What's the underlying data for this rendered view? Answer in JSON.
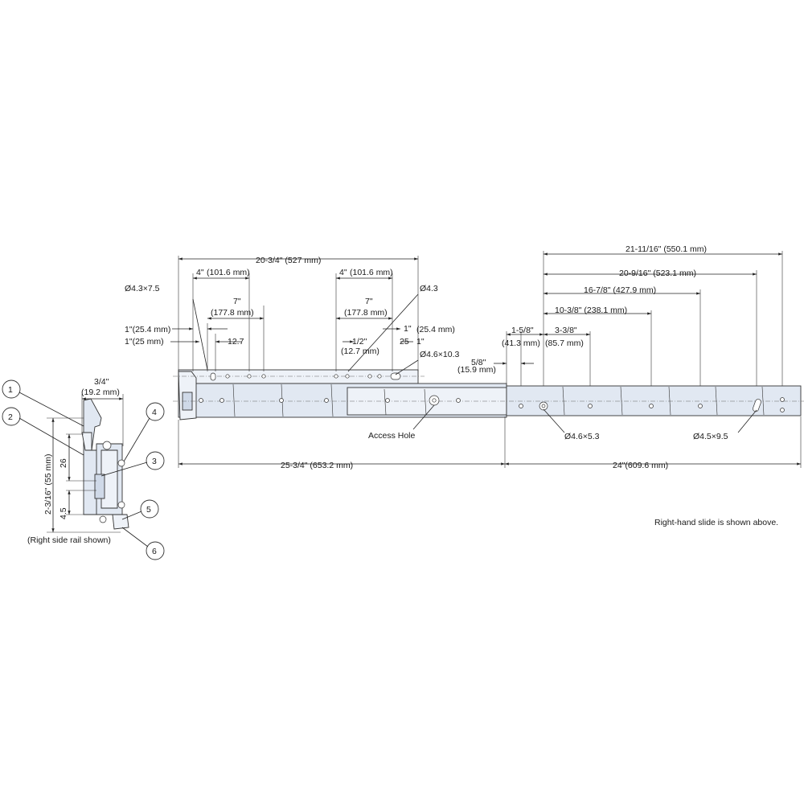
{
  "colors": {
    "rail_fill": "#e1e8f2",
    "rail_light": "#eef2f8",
    "line": "#222222",
    "background": "#ffffff"
  },
  "profile": {
    "width_label": "3/4\"",
    "width_mm": "(19.2 mm)",
    "height_label": "2-3/16\" (55 mm)",
    "dim_26": "26",
    "dim_4_5": "4.5",
    "caption": "(Right side rail shown)",
    "balloons": [
      "1",
      "2",
      "3",
      "4",
      "5",
      "6"
    ]
  },
  "drawer_member": {
    "overall": "20-3/4\" (527 mm)",
    "left_4_in": "4\"",
    "left_4_mm": "(101.6 mm)",
    "left_7_in": "7\"",
    "left_7_mm": "(177.8 mm)",
    "right_4_in": "4\"",
    "right_4_mm": "(101.6 mm)",
    "right_7_in": "7\"",
    "right_7_mm": "(177.8 mm)",
    "slot_left": "Ø4.3×7.5",
    "hole_right": "Ø4.3",
    "slot_right": "Ø4.6×10.3",
    "one_inch_left": "1\"(25.4 mm)",
    "one_inch_left_25": "1\"(25 mm)",
    "dim_12_7": "12.7",
    "one_inch_right": "1\"",
    "one_inch_right_mm": "(25.4 mm)",
    "half_in": "1/2\"",
    "half_mm": "(12.7 mm)",
    "dim_25": "25",
    "one_in_2": "1\""
  },
  "cabinet_member": {
    "d_21": "21-11/16\" (550.1 mm)",
    "d_20": "20-9/16\" (523.1 mm)",
    "d_16": "16-7/8\" (427.9 mm)",
    "d_10": "10-3/8\" (238.1 mm)",
    "d_1_5_8_in": "1-5/8\"",
    "d_1_5_8_mm": "(41.3 mm)",
    "d_3_3_8_in": "3-3/8\"",
    "d_3_3_8_mm": "(85.7 mm)",
    "d_5_8_in": "5/8\"",
    "d_5_8_mm": "(15.9 mm)",
    "hole_a": "Ø4.6×5.3",
    "hole_b": "Ø4.5×9.5",
    "access_hole": "Access Hole"
  },
  "overall": {
    "closed_length": "25-3/4\" (653.2 mm)",
    "travel": "24\"(609.6 mm)"
  },
  "note": "Right-hand slide is shown above."
}
